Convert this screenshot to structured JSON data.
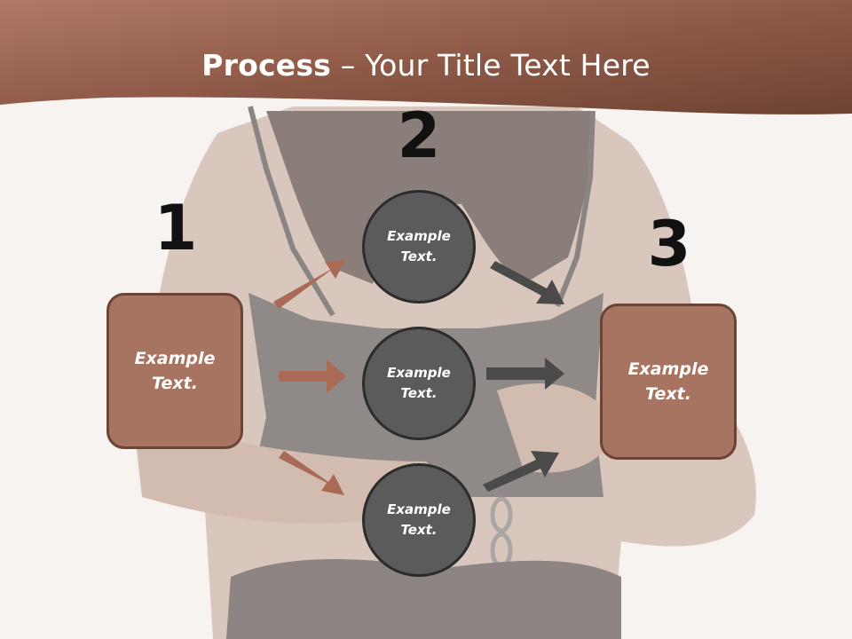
{
  "title": {
    "bold": "Process",
    "rest": " – Your Title Text Here"
  },
  "steps": [
    "1",
    "2",
    "3"
  ],
  "boxes": {
    "left": "Example Text.",
    "right": "Example Text."
  },
  "circles": [
    "Example Text.",
    "Example Text.",
    "Example Text."
  ],
  "colors": {
    "banner": "#8f5a48",
    "box_fill": "#a87462",
    "box_border": "#6b4436",
    "circle_fill": "#5b5b5b",
    "arrow_left": "#a96a56",
    "arrow_right": "#4a4a4a"
  }
}
